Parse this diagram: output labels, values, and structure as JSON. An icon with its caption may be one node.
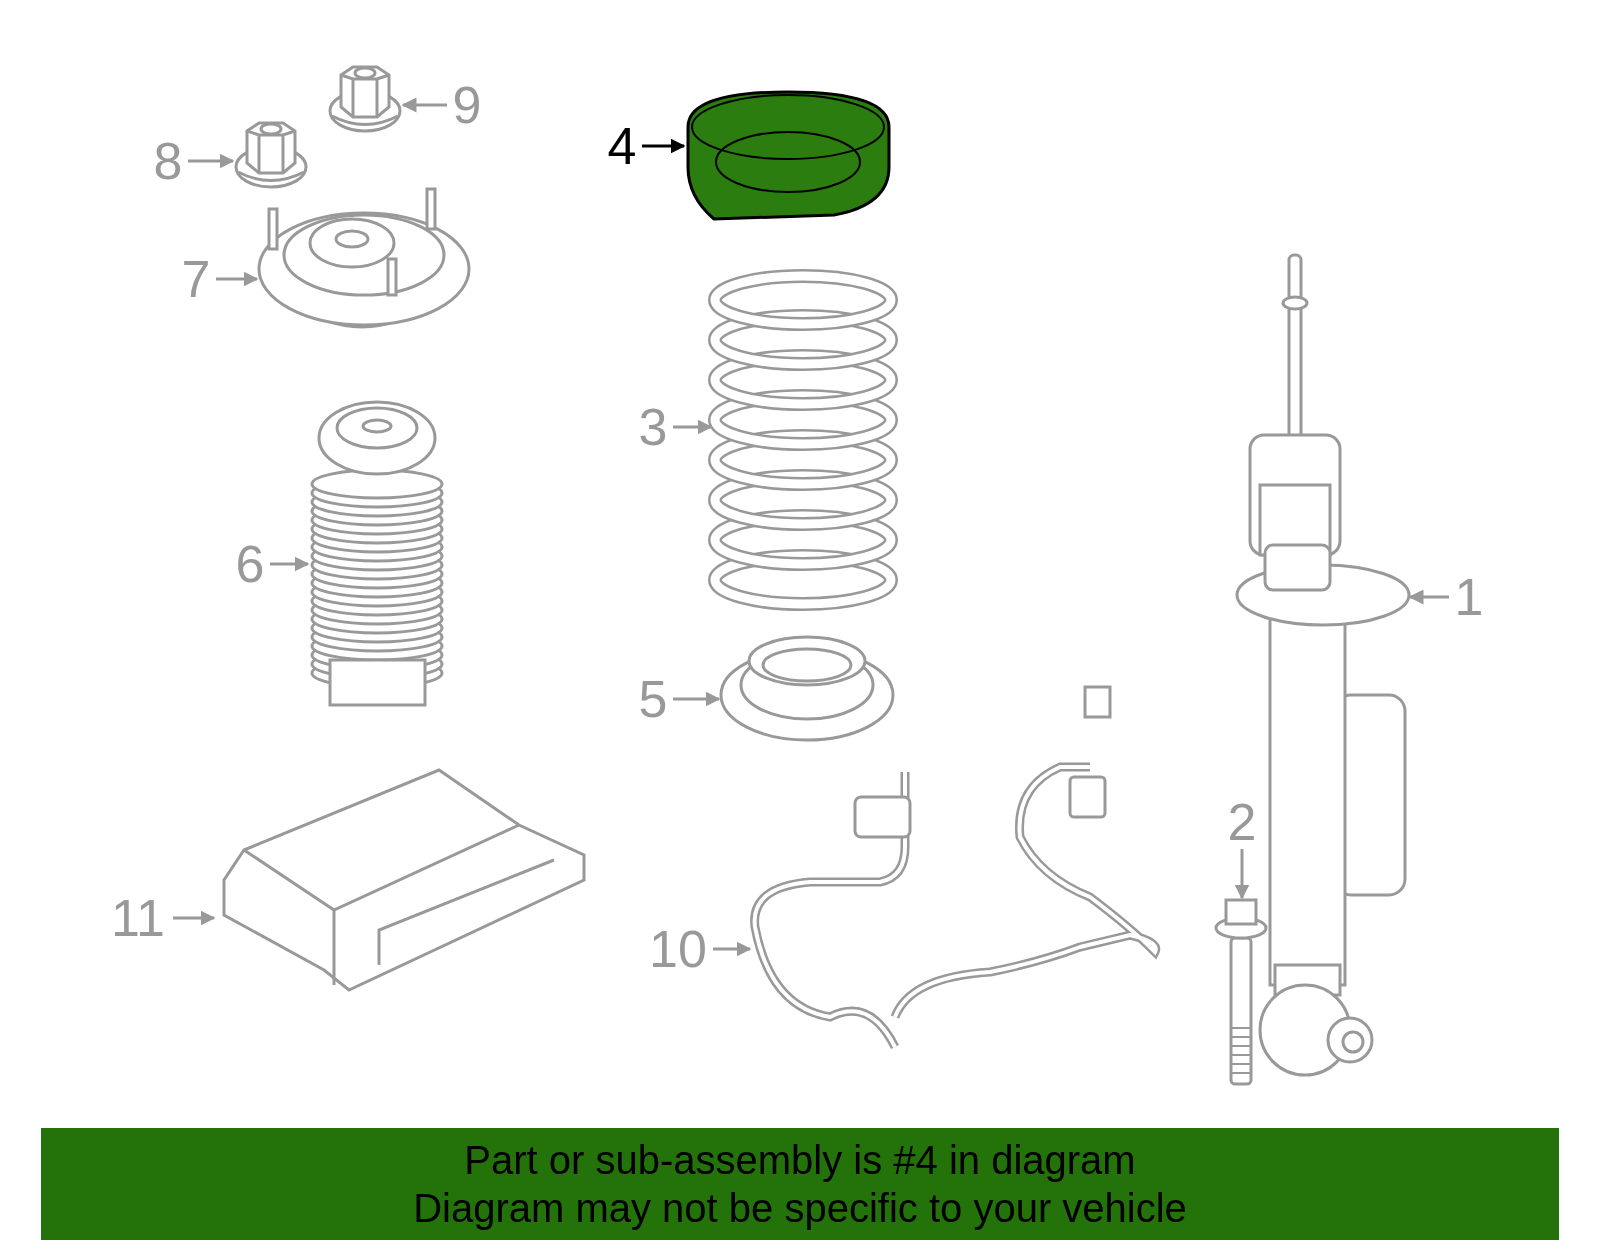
{
  "diagram": {
    "nodes": [
      {
        "text": [
          "1"
        ]
      },
      {
        "text": [
          "2"
        ]
      },
      {
        "text": [
          "3"
        ]
      },
      {
        "text": [
          "4"
        ]
      },
      {
        "text": [
          "5"
        ]
      },
      {
        "text": [
          "6"
        ]
      },
      {
        "text": [
          "7"
        ]
      },
      {
        "text": [
          "8"
        ]
      },
      {
        "text": [
          "9"
        ]
      },
      {
        "text": [
          "10"
        ]
      },
      {
        "text": [
          "11"
        ]
      },
      {
        "text": [],
        "shape": "picture"
      },
      {
        "text": [],
        "shape": "picture"
      },
      {
        "text": [],
        "shape": "picture"
      },
      {
        "text": [],
        "shape": "picture"
      },
      {
        "text": [],
        "shape": "picture"
      },
      {
        "text": [],
        "shape": "picture"
      },
      {
        "text": [],
        "shape": "picture"
      },
      {
        "text": [],
        "shape": "picture"
      },
      {
        "text": [],
        "shape": "picture"
      },
      {
        "text": [],
        "shape": "picture"
      },
      {
        "text": [],
        "shape": "picture"
      },
      {
        "text": [
          "Part or sub-assembly is #4 in diagram",
          "Diagram may not be specific to your vehicle"
        ]
      }
    ],
    "edges": [
      {
        "from": 0,
        "to": 11,
        "arrow": "to"
      },
      {
        "from": 1,
        "to": 12,
        "arrow": "to"
      },
      {
        "from": 2,
        "to": 13,
        "arrow": "to"
      },
      {
        "from": 3,
        "to": 14,
        "arrow": "to",
        "color": "#000000"
      },
      {
        "from": 4,
        "to": 15,
        "arrow": "to"
      },
      {
        "from": 5,
        "to": 16,
        "arrow": "to"
      },
      {
        "from": 6,
        "to": 17,
        "arrow": "to"
      },
      {
        "from": 7,
        "to": 18,
        "arrow": "to"
      },
      {
        "from": 8,
        "to": 19,
        "arrow": "to"
      },
      {
        "from": 9,
        "to": 20,
        "arrow": "to"
      },
      {
        "from": 10,
        "to": 21,
        "arrow": "to"
      }
    ]
  }
}
